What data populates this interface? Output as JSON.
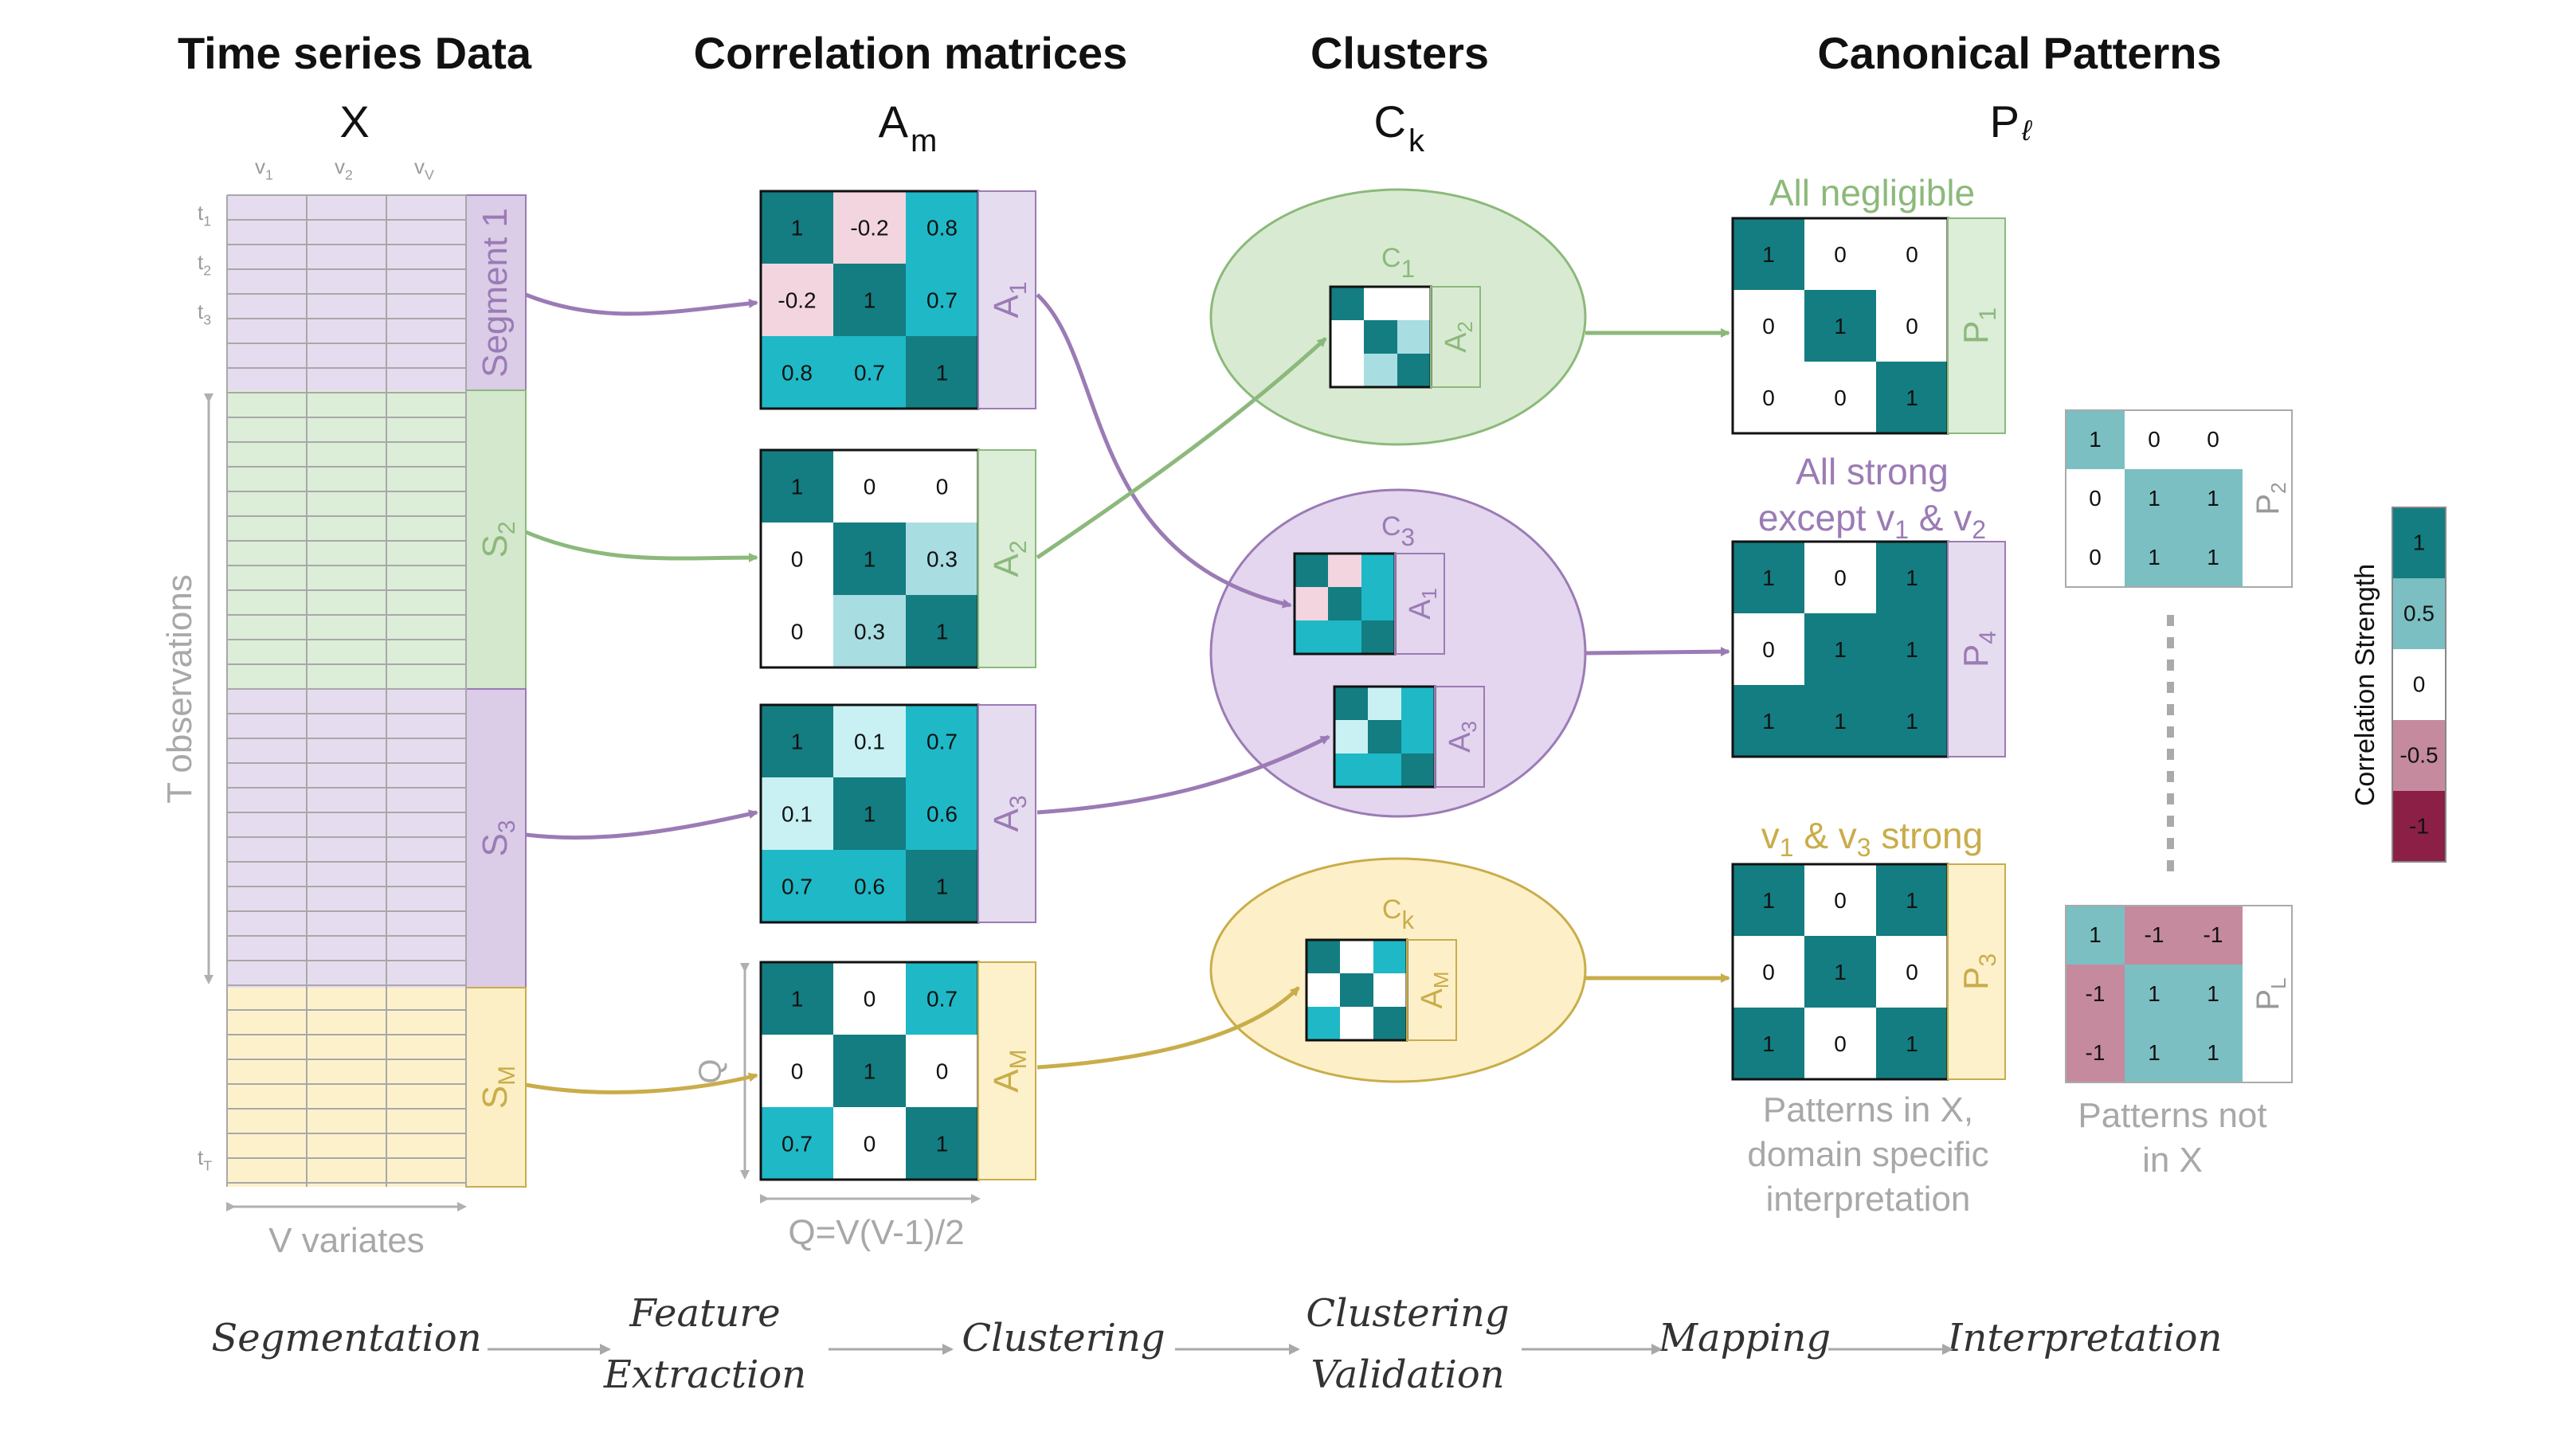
{
  "headers": {
    "time_series": "Time series Data",
    "corr": "Correlation matrices",
    "clusters": "Clusters",
    "canonical": "Canonical Patterns"
  },
  "symbols": {
    "x": "X",
    "a": "A",
    "a_sub": "m",
    "c": "C",
    "c_sub": "k",
    "p": "P",
    "p_sub": "ℓ"
  },
  "time_series": {
    "var_labels": [
      "v",
      "v",
      "v"
    ],
    "var_subs": [
      "1",
      "2",
      "V"
    ],
    "time_labels": [
      "t",
      "t",
      "t"
    ],
    "time_subs": [
      "1",
      "2",
      "3"
    ],
    "last_time": "t",
    "last_time_sub": "T",
    "t_observations": "T observations",
    "v_variates": "V variates",
    "segments": [
      {
        "label": "Segment 1",
        "sub": "",
        "color": "#e6dcef",
        "band": "#dbcce8",
        "text": "#9b7bb5"
      },
      {
        "label": "S",
        "sub": "2",
        "color": "#dcedd8",
        "band": "#d3e8cd",
        "text": "#8cb97b"
      },
      {
        "label": "S",
        "sub": "3",
        "color": "#e6dcef",
        "band": "#dbcce8",
        "text": "#9b7bb5"
      },
      {
        "label": "S",
        "sub": "M",
        "color": "#fdf1cc",
        "band": "#fcefc6",
        "text": "#c9ad4a"
      }
    ]
  },
  "matrices": [
    {
      "label": "A",
      "sub": "1",
      "values": [
        "1",
        "-0.2",
        "0.8",
        "-0.2",
        "1",
        "0.7",
        "0.8",
        "0.7",
        "1"
      ],
      "colors": [
        "#137d81",
        "#f2d5df",
        "#1fb8c6",
        "#f2d5df",
        "#137d81",
        "#1fb8c6",
        "#1fb8c6",
        "#1fb8c6",
        "#137d81"
      ],
      "band": "#e6dcef",
      "text": "#9b7bb5"
    },
    {
      "label": "A",
      "sub": "2",
      "values": [
        "1",
        "0",
        "0",
        "0",
        "1",
        "0.3",
        "0",
        "0.3",
        "1"
      ],
      "colors": [
        "#137d81",
        "#ffffff",
        "#ffffff",
        "#ffffff",
        "#137d81",
        "#a8dde2",
        "#ffffff",
        "#a8dde2",
        "#137d81"
      ],
      "band": "#dcedd8",
      "text": "#8cb97b"
    },
    {
      "label": "A",
      "sub": "3",
      "values": [
        "1",
        "0.1",
        "0.7",
        "0.1",
        "1",
        "0.6",
        "0.7",
        "0.6",
        "1"
      ],
      "colors": [
        "#137d81",
        "#c9f1f4",
        "#1fb8c6",
        "#c9f1f4",
        "#137d81",
        "#1fb8c6",
        "#1fb8c6",
        "#1fb8c6",
        "#137d81"
      ],
      "band": "#e6dcef",
      "text": "#9b7bb5"
    },
    {
      "label": "A",
      "sub": "M",
      "values": [
        "1",
        "0",
        "0.7",
        "0",
        "1",
        "0",
        "0.7",
        "0",
        "1"
      ],
      "colors": [
        "#137d81",
        "#ffffff",
        "#1fb8c6",
        "#ffffff",
        "#137d81",
        "#ffffff",
        "#1fb8c6",
        "#ffffff",
        "#137d81"
      ],
      "band": "#fdf1cc",
      "text": "#c9ad4a"
    }
  ],
  "q_label": "Q",
  "q_formula": "Q=V(V-1)/2",
  "clusters": [
    {
      "label": "C",
      "sub": "1",
      "fill": "#d8ebd2",
      "stroke": "#8cb97b",
      "text": "#8cb97b"
    },
    {
      "label": "C",
      "sub": "3",
      "fill": "#e3d6ee",
      "stroke": "#9b7bb5",
      "text": "#9b7bb5"
    },
    {
      "label": "C",
      "sub": "k",
      "fill": "#fdf0c8",
      "stroke": "#c9ad4a",
      "text": "#c9ad4a"
    }
  ],
  "patterns": [
    {
      "title": "All negligible",
      "title2": "",
      "label": "P",
      "sub": "1",
      "values": [
        "1",
        "0",
        "0",
        "0",
        "1",
        "0",
        "0",
        "0",
        "1"
      ],
      "band": "#dcedd8",
      "text": "#8cb97b"
    },
    {
      "title": "All strong",
      "title2": "except v",
      "title2_sub1": "1",
      "title2_mid": " & v",
      "title2_sub2": "2",
      "label": "P",
      "sub": "4",
      "values": [
        "1",
        "0",
        "1",
        "0",
        "1",
        "1",
        "1",
        "1",
        "1"
      ],
      "band": "#e6dcef",
      "text": "#9b7bb5"
    },
    {
      "title": "v",
      "title_sub1": "1",
      "title_mid": " & v",
      "title_sub2": "3",
      "title_end": " strong",
      "label": "P",
      "sub": "3",
      "values": [
        "1",
        "0",
        "1",
        "0",
        "1",
        "0",
        "1",
        "0",
        "1"
      ],
      "band": "#fdf1cc",
      "text": "#c9ad4a"
    }
  ],
  "patterns_in_x": [
    "Patterns in X,",
    "domain specific",
    "interpretation"
  ],
  "patterns_not_in_x": [
    "Patterns not",
    "in X"
  ],
  "extra_patterns": [
    {
      "label": "P",
      "sub": "2",
      "values": [
        "1",
        "0",
        "0",
        "0",
        "1",
        "1",
        "0",
        "1",
        "1"
      ]
    },
    {
      "label": "P",
      "sub": "L",
      "values": [
        "1",
        "-1",
        "-1",
        "-1",
        "1",
        "1",
        "-1",
        "1",
        "1"
      ]
    }
  ],
  "legend": {
    "title": "Correlation Strength",
    "values": [
      "1",
      "0.5",
      "0",
      "-0.5",
      "-1"
    ],
    "colors": [
      "#137d81",
      "#7bbfc3",
      "#ffffff",
      "#c58a9e",
      "#8c1f45"
    ]
  },
  "workflow": [
    {
      "line1": "Segmentation",
      "line2": ""
    },
    {
      "line1": "Feature",
      "line2": "Extraction"
    },
    {
      "line1": "Clustering",
      "line2": ""
    },
    {
      "line1": "Clustering",
      "line2": "Validation"
    },
    {
      "line1": "Mapping",
      "line2": ""
    },
    {
      "line1": "Interpretation",
      "line2": ""
    }
  ]
}
